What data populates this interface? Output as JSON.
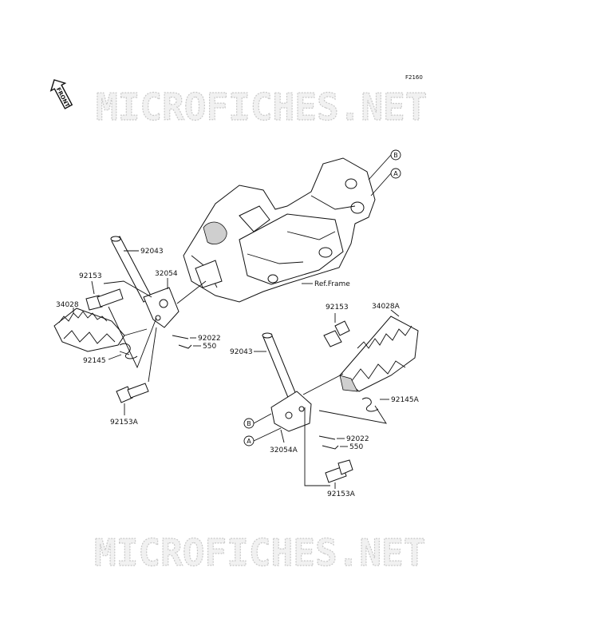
{
  "diagram": {
    "code": "F2160",
    "front_marker": "FRONT",
    "watermark_top": "MICROFICHES.NET",
    "watermark_bottom": "MICROFICHES.NET",
    "ref_frame_label": "Ref.Frame",
    "ref_markers": [
      "A",
      "B"
    ],
    "left_assembly": {
      "pin": "92043",
      "bracket": "32054",
      "bolt": "92153",
      "footpeg": "34028",
      "spring": "92145",
      "cotter": "92022",
      "washer": "550",
      "lower_bolt": "92153A"
    },
    "right_assembly": {
      "pin": "92043",
      "bracket": "32054A",
      "bolt": "92153",
      "footpeg": "34028A",
      "spring": "92145A",
      "cotter": "92022",
      "washer": "550",
      "lower_bolt": "92153A"
    }
  }
}
